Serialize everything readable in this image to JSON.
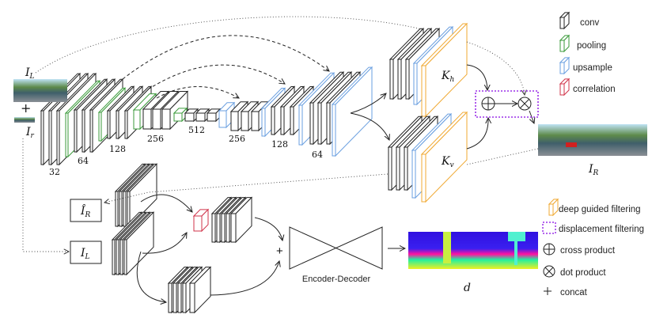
{
  "inputs": {
    "left_label": "I",
    "left_sub": "L",
    "right_label": "I",
    "right_sub": "r",
    "plus": "+"
  },
  "channels": [
    "32",
    "64",
    "128",
    "256",
    "512",
    "256",
    "128",
    "64"
  ],
  "kernels": {
    "h_label": "K",
    "h_sub": "h",
    "v_label": "K",
    "v_sub": "v"
  },
  "output": {
    "ir_label": "I",
    "ir_sub": "R"
  },
  "bottom": {
    "ir_hat_label": "Î",
    "ir_hat_sub": "R",
    "il_label": "I",
    "il_sub": "L",
    "plus": "+",
    "encoder_decoder": "Encoder-Decoder",
    "disparity_label": "d"
  },
  "legend": {
    "items": [
      {
        "label": "conv",
        "color": "#222222"
      },
      {
        "label": "pooling",
        "color": "#3a9a3a"
      },
      {
        "label": "upsample",
        "color": "#6a9fe0"
      },
      {
        "label": "correlation",
        "color": "#d0334a"
      },
      {
        "label": "deep guided filtering",
        "color": "#f0a830"
      },
      {
        "label": "displacement filtering",
        "color": "#9b30e8"
      },
      {
        "label": "cross product"
      },
      {
        "label": "dot product"
      },
      {
        "label": "concat"
      }
    ]
  },
  "colors": {
    "conv": "#222222",
    "pooling": "#3a9a3a",
    "upsample": "#6a9fe0",
    "correlation": "#d0334a",
    "guided": "#f0a830",
    "displacement": "#9b30e8"
  }
}
